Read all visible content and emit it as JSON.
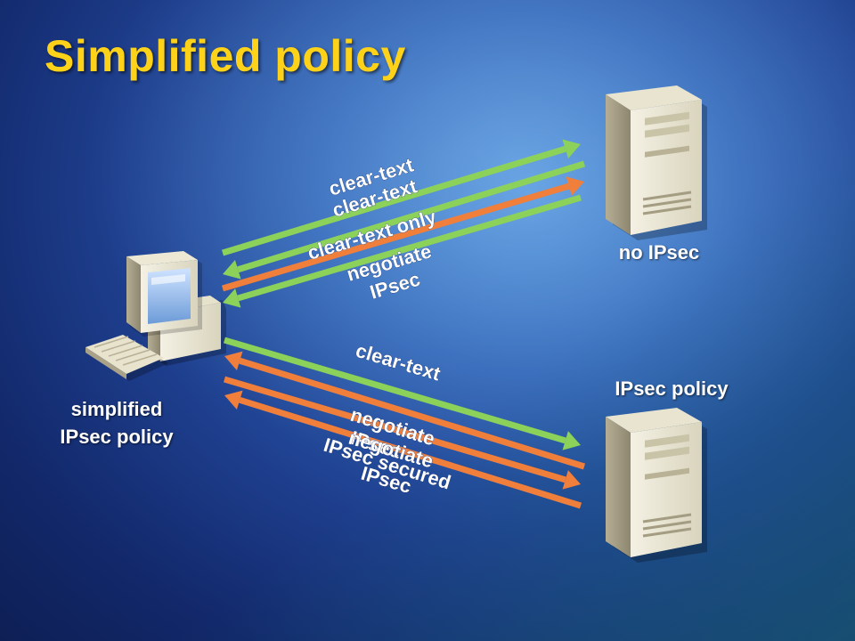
{
  "slide": {
    "title": "Simplified policy"
  },
  "nodes": {
    "client_label_line1": "simplified",
    "client_label_line2": "IPsec policy",
    "server_top_label": "no IPsec",
    "server_bottom_label": "IPsec policy"
  },
  "top_flows": [
    {
      "text": "clear-text",
      "color": "#8cd15a",
      "direction": "to-server"
    },
    {
      "text": "clear-text",
      "color": "#8cd15a",
      "direction": "to-client"
    },
    {
      "text": "clear-text only",
      "color": "#f07f3c",
      "direction": "to-server"
    },
    {
      "text": "negotiate",
      "text2": "IPsec",
      "color": "#8cd15a",
      "direction": "to-client"
    }
  ],
  "bottom_flows": [
    {
      "text": "clear-text",
      "color": "#8cd15a",
      "direction": "to-server"
    },
    {
      "text": "negotiate",
      "text2": "IPsec",
      "color": "#f07f3c",
      "direction": "to-client"
    },
    {
      "text": "negotiate",
      "text2": "IPsec",
      "color": "#f07f3c",
      "direction": "to-server"
    },
    {
      "text": "IPsec secured",
      "color": "#f07f3c",
      "direction": "to-client"
    }
  ],
  "colors": {
    "title": "#ffd21a",
    "green_arrow": "#8cd15a",
    "orange_arrow": "#f07f3c"
  }
}
